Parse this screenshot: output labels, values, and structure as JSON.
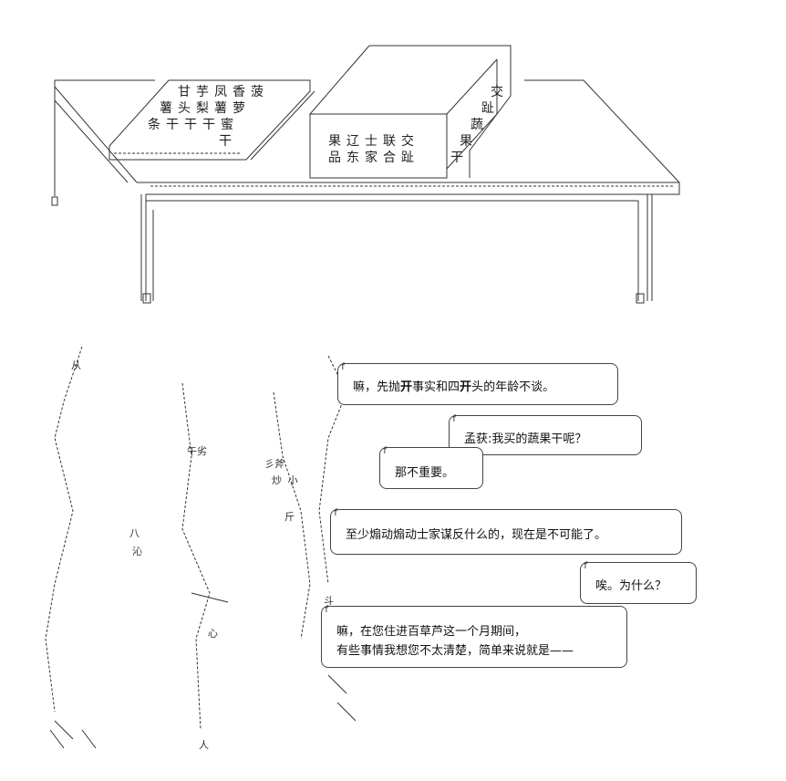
{
  "signs": {
    "left_sign_line1": "甘芋凤香菠",
    "left_sign_line2": "薯头梨薯萝",
    "left_sign_line3": "条干干干蜜",
    "left_sign_line4": "干",
    "middle_sign_line1": "果辽士联交",
    "middle_sign_line2": "品东家合趾",
    "right_sign_line1": "交",
    "right_sign_line2": "趾",
    "right_sign_line3": "蔬",
    "right_sign_line4": "果",
    "right_sign_line5": "干"
  },
  "dialogue": [
    {
      "speaker_mark": "f",
      "text_a": "嘛，先抛",
      "bold_a": "开",
      "text_b": "事实和四",
      "bold_b": "开",
      "text_c": "头的年龄不谈。"
    },
    {
      "speaker_mark": "f",
      "text": "孟获:我买的蔬果干呢？"
    },
    {
      "speaker_mark": "f",
      "text": "那不重要。"
    },
    {
      "speaker_mark": "f",
      "text": "至少煽动煽动士家谋反什么的，现在是不可能了。"
    },
    {
      "speaker_mark": "f",
      "text": "唉。为什么？"
    },
    {
      "speaker_mark": "f",
      "text_line1": "嘛，在您住进百草芦这一个月期间，",
      "text_line2": "有些事情我想您不太清楚，简单来说就是——"
    }
  ],
  "ascii_fragments": {
    "kanji_a": "午劣",
    "kanji_b": "彡斧",
    "kanji_c": "炒 小",
    "kanji_d": "斤",
    "kanji_e": "沁",
    "kanji_f": "八",
    "kanji_g": "心",
    "kanji_h": "斗",
    "kanji_i": "从",
    "kanji_j": "人"
  }
}
